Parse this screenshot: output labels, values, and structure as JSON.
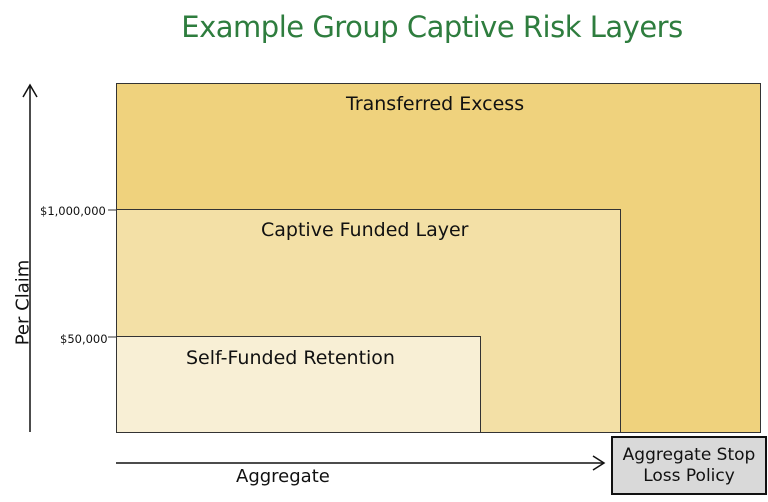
{
  "title": "Example Group Captive Risk Layers",
  "colors": {
    "title": "#2e7d3e",
    "transferred": "#efd27d",
    "captive": "#f3e0a6",
    "self": "#f8efd5",
    "stop_loss_box": "#d9d9d9"
  },
  "layers": {
    "transferred": "Transferred Excess",
    "captive": "Captive Funded Layer",
    "self": "Self-Funded Retention"
  },
  "ticks": [
    "$1,000,000",
    "$50,000"
  ],
  "axes": {
    "y": "Per Claim",
    "x": "Aggregate"
  },
  "stop_loss": {
    "line1": "Aggregate Stop",
    "line2": "Loss Policy"
  }
}
